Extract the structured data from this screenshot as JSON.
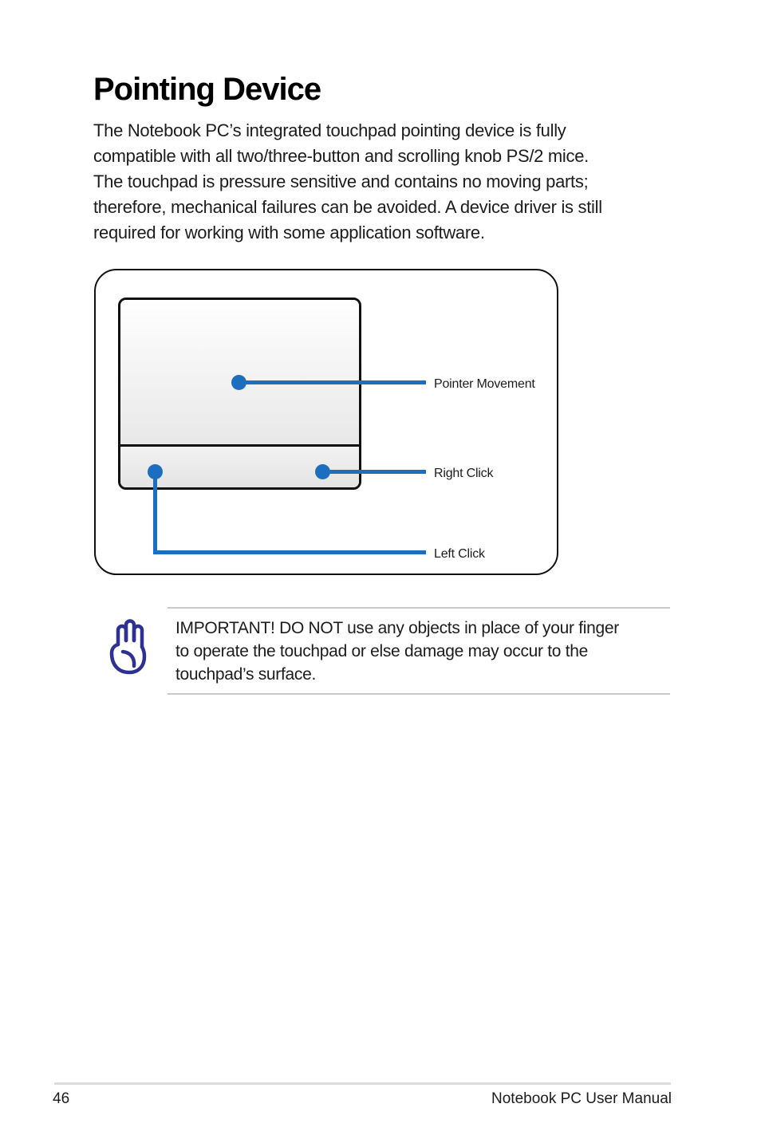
{
  "page": {
    "title": "Pointing Device",
    "intro": "The Notebook PC’s integrated touchpad pointing device is fully\ncompatible with all two/three-button and scrolling knob PS/2 mice.\nThe touchpad is pressure sensitive and contains no moving parts;\ntherefore, mechanical failures can be avoided. A device driver is still\nrequired for working with some application software."
  },
  "diagram": {
    "accent_color": "#1B6FBE",
    "labels": {
      "pointer_movement": "Pointer Movement",
      "right_click": "Right Click",
      "left_click": "Left Click"
    }
  },
  "note": {
    "icon": "stop-hand-icon",
    "icon_color": "#2E3192",
    "text": "IMPORTANT! DO NOT use any objects in place of your finger\nto operate the touchpad or else damage may occur to the\ntouchpad’s surface."
  },
  "footer": {
    "page_number": "46",
    "manual_title": "Notebook PC User Manual"
  }
}
